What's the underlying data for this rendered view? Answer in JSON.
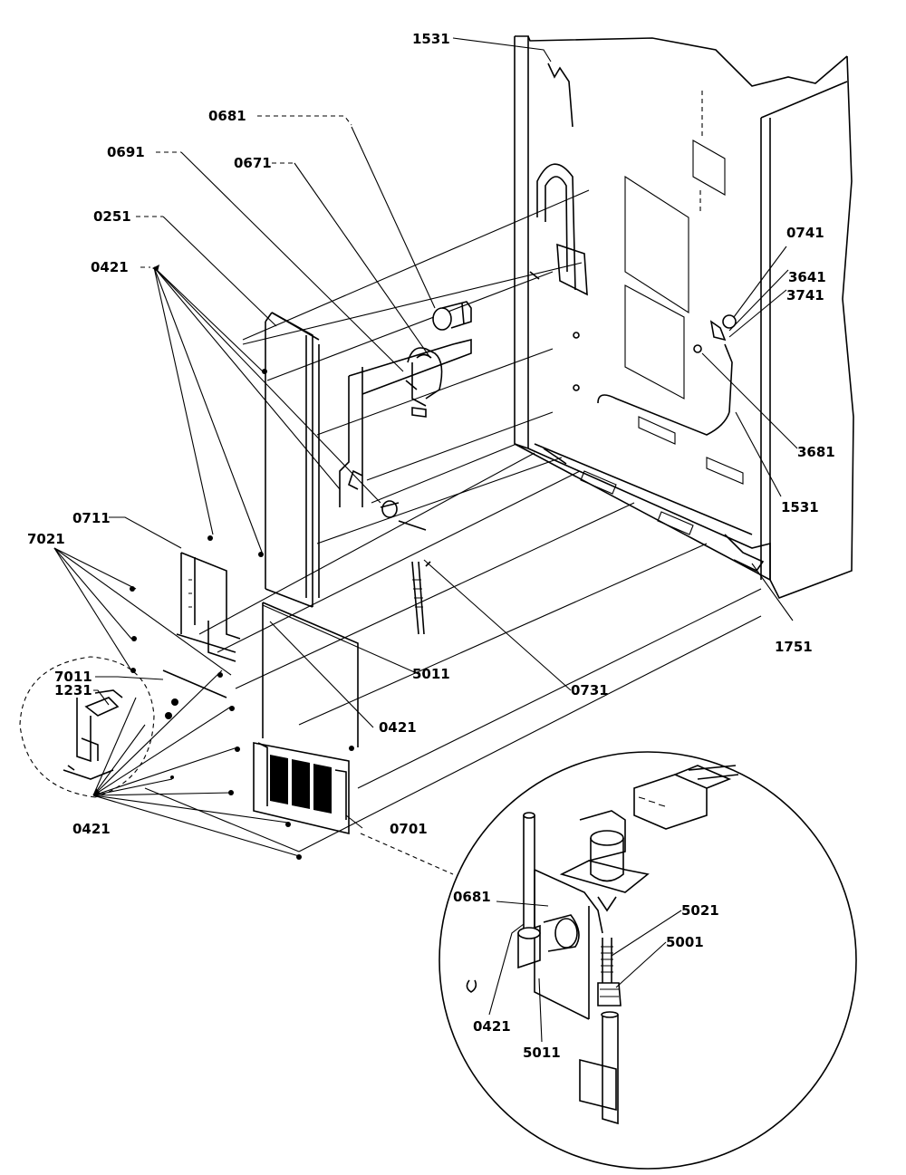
{
  "callouts": {
    "c1531_top": "1531",
    "c0681_top": "0681",
    "c0691": "0691",
    "c0671": "0671",
    "c0251": "0251",
    "c0421_left": "0421",
    "c0741": "0741",
    "c3641": "3641",
    "c3741": "3741",
    "c3681": "3681",
    "c1531_right": "1531",
    "c1751": "1751",
    "c0711": "0711",
    "c7021": "7021",
    "c7011": "7011",
    "c1231": "1231",
    "c5011_main": "5011",
    "c0421_mid": "0421",
    "c0731": "0731",
    "c0421_bottom": "0421",
    "c0701": "0701",
    "c0681_detail": "0681",
    "c5021": "5021",
    "c5001": "5001",
    "c0421_detail": "0421",
    "c5011_detail": "5011"
  }
}
